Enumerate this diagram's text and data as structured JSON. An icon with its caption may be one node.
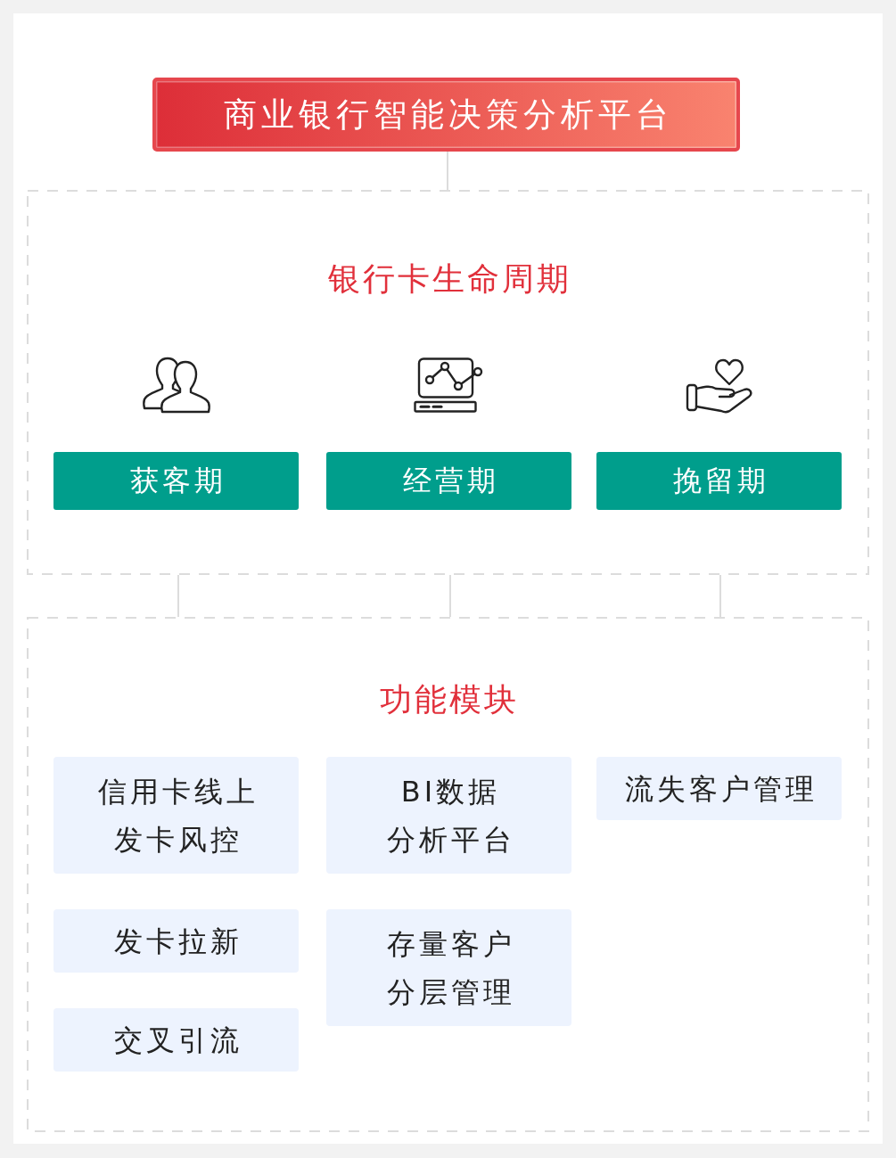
{
  "diagram": {
    "nodes": [
      {
        "text": [
          "商业银行智能决策分析平台"
        ]
      },
      {
        "text": [
          "银行卡生命周期"
        ]
      },
      {
        "text": [
          "获客期"
        ],
        "in": 1
      },
      {
        "text": [
          "经营期"
        ],
        "in": 1
      },
      {
        "text": [
          "挽留期"
        ],
        "in": 1
      },
      {
        "text": [
          "功能模块"
        ]
      },
      {
        "text": [
          "信用卡线上发卡风控"
        ],
        "in": 5
      },
      {
        "text": [
          "BI数据分析平台"
        ],
        "in": 5
      },
      {
        "text": [
          "流失客户管理"
        ],
        "in": 5
      },
      {
        "text": [
          "发卡拉新"
        ],
        "in": 5
      },
      {
        "text": [
          "存量客户分层管理"
        ],
        "in": 5
      },
      {
        "text": [
          "交叉引流"
        ],
        "in": 5
      }
    ],
    "edges": [
      {
        "from": 0,
        "to": 1,
        "arrow": "none"
      },
      {
        "from": 1,
        "to": 5,
        "arrow": "none"
      },
      {
        "from": 1,
        "to": 5,
        "arrow": "none"
      },
      {
        "from": 1,
        "to": 5,
        "arrow": "none"
      }
    ]
  }
}
